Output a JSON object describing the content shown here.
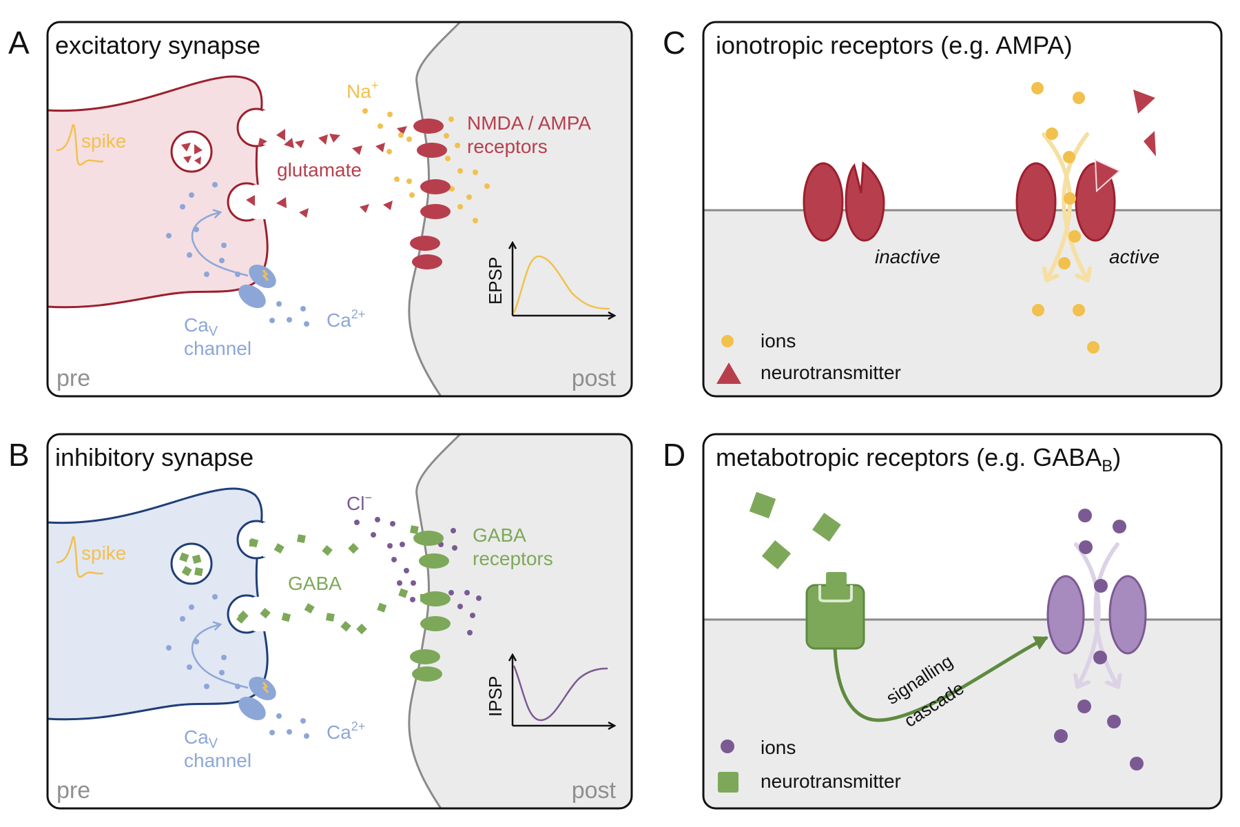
{
  "colors": {
    "excitatory_red": "#b73f4d",
    "excitatory_dark": "#9c1f2e",
    "pre_exc_fill": "#f5dfe2",
    "inhibitory_dark": "#1f3e78",
    "pre_inh_fill": "#e1e7f3",
    "cav_blue": "#8da6d8",
    "ion_yellow": "#f2c04c",
    "gaba_green": "#7da859",
    "gaba_dark": "#5f8a40",
    "cl_purple": "#7b5a93",
    "receptor_purple": "#a88bbe",
    "post_fill": "#ebebeb",
    "label_gray": "#8f8f8f"
  },
  "panels": {
    "A": {
      "letter": "A",
      "title": "excitatory synapse",
      "spike": "spike",
      "transmitter": "glutamate",
      "ion": "Na",
      "ion_sup": "+",
      "receptors_line1": "NMDA / AMPA",
      "receptors_line2": "receptors",
      "psp_axis": "EPSP",
      "cav_label": "Ca",
      "cav_sub": "V",
      "channel": "channel",
      "ca_label": "Ca",
      "ca_sup": "2+",
      "pre": "pre",
      "post": "post"
    },
    "B": {
      "letter": "B",
      "title": "inhibitory synapse",
      "spike": "spike",
      "transmitter": "GABA",
      "ion": "Cl",
      "ion_sup": "−",
      "receptors_line1": "GABA",
      "receptors_line2": "receptors",
      "psp_axis": "IPSP",
      "cav_label": "Ca",
      "cav_sub": "V",
      "channel": "channel",
      "ca_label": "Ca",
      "ca_sup": "2+",
      "pre": "pre",
      "post": "post"
    },
    "C": {
      "letter": "C",
      "title": "ionotropic receptors (e.g. AMPA)",
      "state_inactive": "inactive",
      "state_active": "active",
      "legend_ions": "ions",
      "legend_transmitter": "neurotransmitter"
    },
    "D": {
      "letter": "D",
      "title": "metabotropic receptors (e.g. GABA",
      "title_sub": "B",
      "title_end": ")",
      "cascade_line1": "signalling",
      "cascade_line2": "cascade",
      "legend_ions": "ions",
      "legend_transmitter": "neurotransmitter"
    }
  }
}
